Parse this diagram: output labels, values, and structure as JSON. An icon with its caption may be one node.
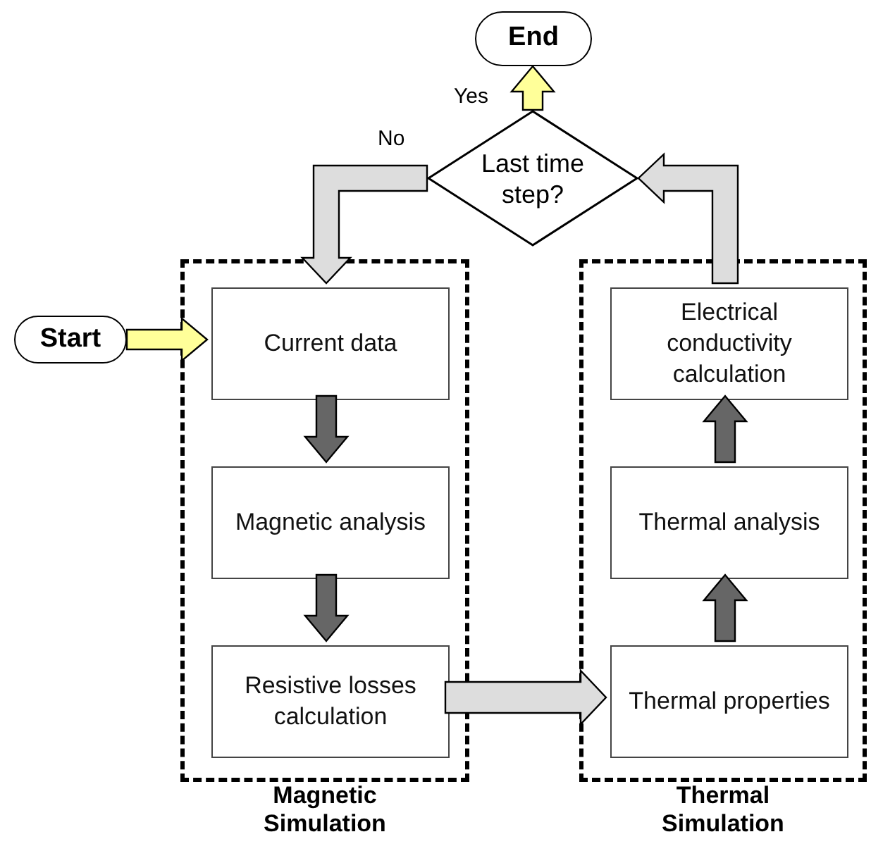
{
  "diagram": {
    "nodes": [
      {
        "text": [
          "End"
        ]
      },
      {
        "text": [
          "Last time step?"
        ]
      },
      {
        "text": [
          "Start"
        ]
      },
      {
        "text": [
          "Magnetic Simulation"
        ]
      },
      {
        "text": [
          "Current data"
        ],
        "in": 3
      },
      {
        "text": [
          "Magnetic analysis"
        ],
        "in": 3
      },
      {
        "text": [
          "Resistive losses calculation"
        ],
        "in": 3
      },
      {
        "text": [
          "Thermal Simulation"
        ]
      },
      {
        "text": [
          "Electrical conductivity calculation"
        ],
        "in": 7
      },
      {
        "text": [
          "Thermal analysis"
        ],
        "in": 7
      },
      {
        "text": [
          "Thermal properties"
        ],
        "in": 7
      }
    ],
    "edges": [
      {
        "from": 1,
        "to": 0,
        "arrow": "to",
        "label": "Yes",
        "color": "#ffff99"
      },
      {
        "from": 1,
        "to": 4,
        "arrow": "to",
        "label": "No",
        "color": "#dddddd"
      },
      {
        "from": 2,
        "to": 4,
        "arrow": "to",
        "color": "#ffff99"
      },
      {
        "from": 4,
        "to": 5,
        "arrow": "to"
      },
      {
        "from": 5,
        "to": 6,
        "arrow": "to"
      },
      {
        "from": 6,
        "to": 10,
        "arrow": "to",
        "color": "#dddddd"
      },
      {
        "from": 10,
        "to": 9,
        "arrow": "to"
      },
      {
        "from": 9,
        "to": 8,
        "arrow": "to"
      },
      {
        "from": 8,
        "to": 1,
        "arrow": "to",
        "color": "#dddddd"
      }
    ]
  }
}
